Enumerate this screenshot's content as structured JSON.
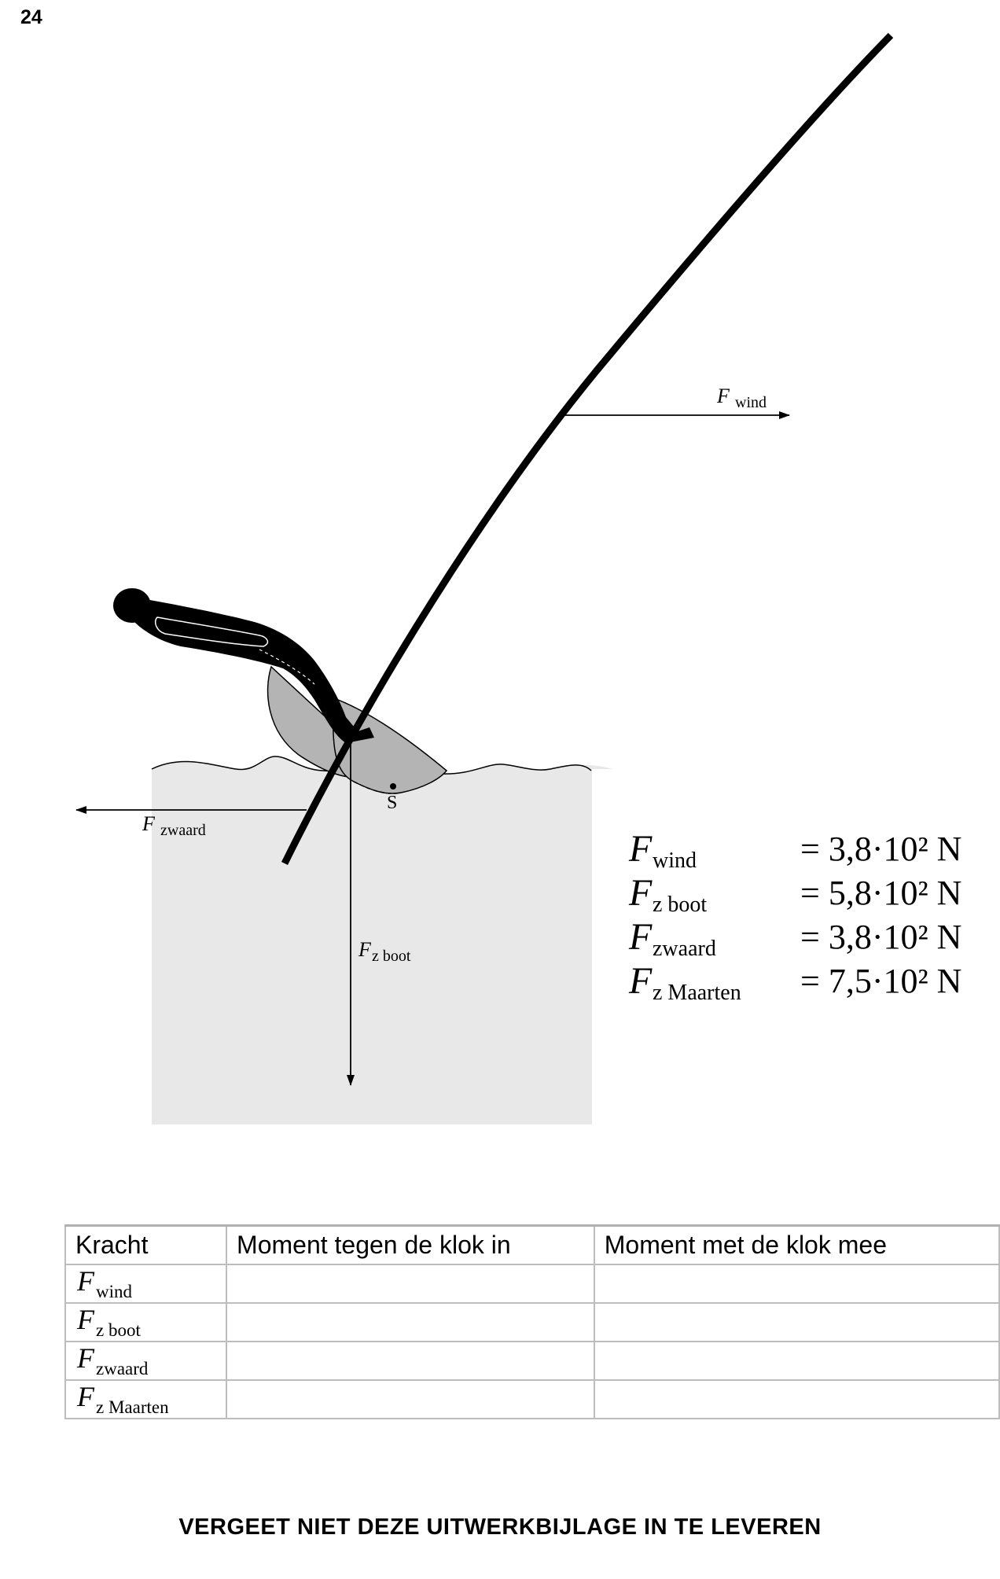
{
  "page_number": "24",
  "figure": {
    "label_f": "F",
    "label_wind_sub": "wind",
    "label_zwaard_sub": "zwaard",
    "label_zboot_sub": "z boot",
    "point_s": "S"
  },
  "values": [
    {
      "symbol": "F",
      "sub": "wind",
      "value": "= 3,8·10² N"
    },
    {
      "symbol": "F",
      "sub": "z boot",
      "value": "= 5,8·10² N"
    },
    {
      "symbol": "F",
      "sub": "zwaard",
      "value": "= 3,8·10² N"
    },
    {
      "symbol": "F",
      "sub": "z Maarten",
      "value": "= 7,5·10² N"
    }
  ],
  "table": {
    "headers": [
      "Kracht",
      "Moment tegen de klok in",
      "Moment met de klok mee"
    ],
    "rows": [
      {
        "symbol": "F",
        "sub": "wind"
      },
      {
        "symbol": "F",
        "sub": "z boot"
      },
      {
        "symbol": "F",
        "sub": "zwaard"
      },
      {
        "symbol": "F",
        "sub": "z Maarten"
      }
    ]
  },
  "footer": "VERGEET NIET DEZE UITWERKBIJLAGE IN TE LEVEREN"
}
